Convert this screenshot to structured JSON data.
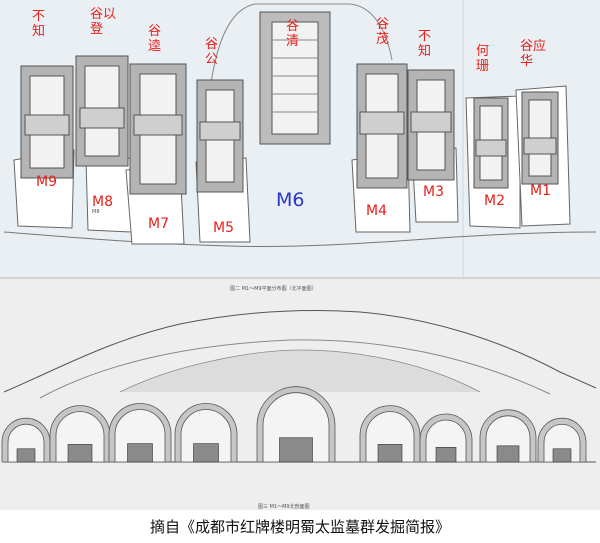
{
  "tombs": [
    {
      "id": "M9",
      "name": "不\n知"
    },
    {
      "id": "M8",
      "name": "谷以\n登"
    },
    {
      "id": "M7",
      "name": "谷\n逵"
    },
    {
      "id": "M5",
      "name": "谷\n公"
    },
    {
      "id": "M6",
      "name": "谷\n清"
    },
    {
      "id": "M4",
      "name": "谷\n茂"
    },
    {
      "id": "M3",
      "name": "不\n知"
    },
    {
      "id": "M2",
      "name": "何\n珊"
    },
    {
      "id": "M1",
      "name": "谷应\n华"
    }
  ],
  "m8_small_label": "M8",
  "plan_caption": "图二  M1～M9平面分布图（北平面图）",
  "section_caption": "图三  M1～M9北剖面图",
  "source_caption": "摘自《成都市红牌楼明蜀太监墓群发掘简报》",
  "colors": {
    "label_red": "#e8201a",
    "label_blue": "#2b36c8",
    "plan_bg": "#e9eff3",
    "section_bg": "#eeeeee"
  }
}
